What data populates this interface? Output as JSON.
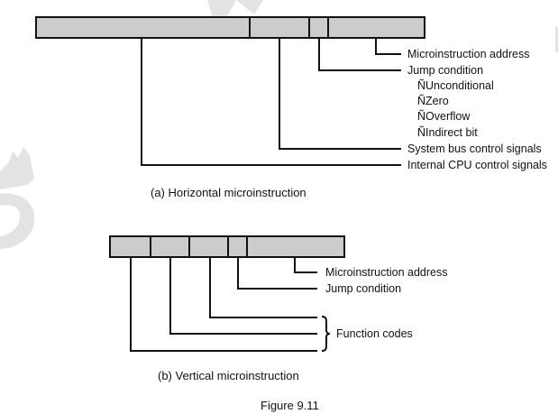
{
  "horizontal": {
    "caption": "(a) Horizontal microinstruction",
    "labels": {
      "microinstruction_address": "Microinstruction address",
      "jump_condition": "Jump condition",
      "conditions": [
        "ÑUnconditional",
        "ÑZero",
        "ÑOverflow",
        "ÑIndirect bit"
      ],
      "system_bus": "System bus control signals",
      "internal_cpu": "Internal CPU control signals"
    }
  },
  "vertical": {
    "caption": "(b) Vertical microinstruction",
    "labels": {
      "microinstruction_address": "Microinstruction address",
      "jump_condition": "Jump condition",
      "function_codes": "Function codes"
    }
  },
  "figure_caption": "Figure 9.11",
  "colors": {
    "field_fill": "#cccccc",
    "line": "#111111"
  }
}
